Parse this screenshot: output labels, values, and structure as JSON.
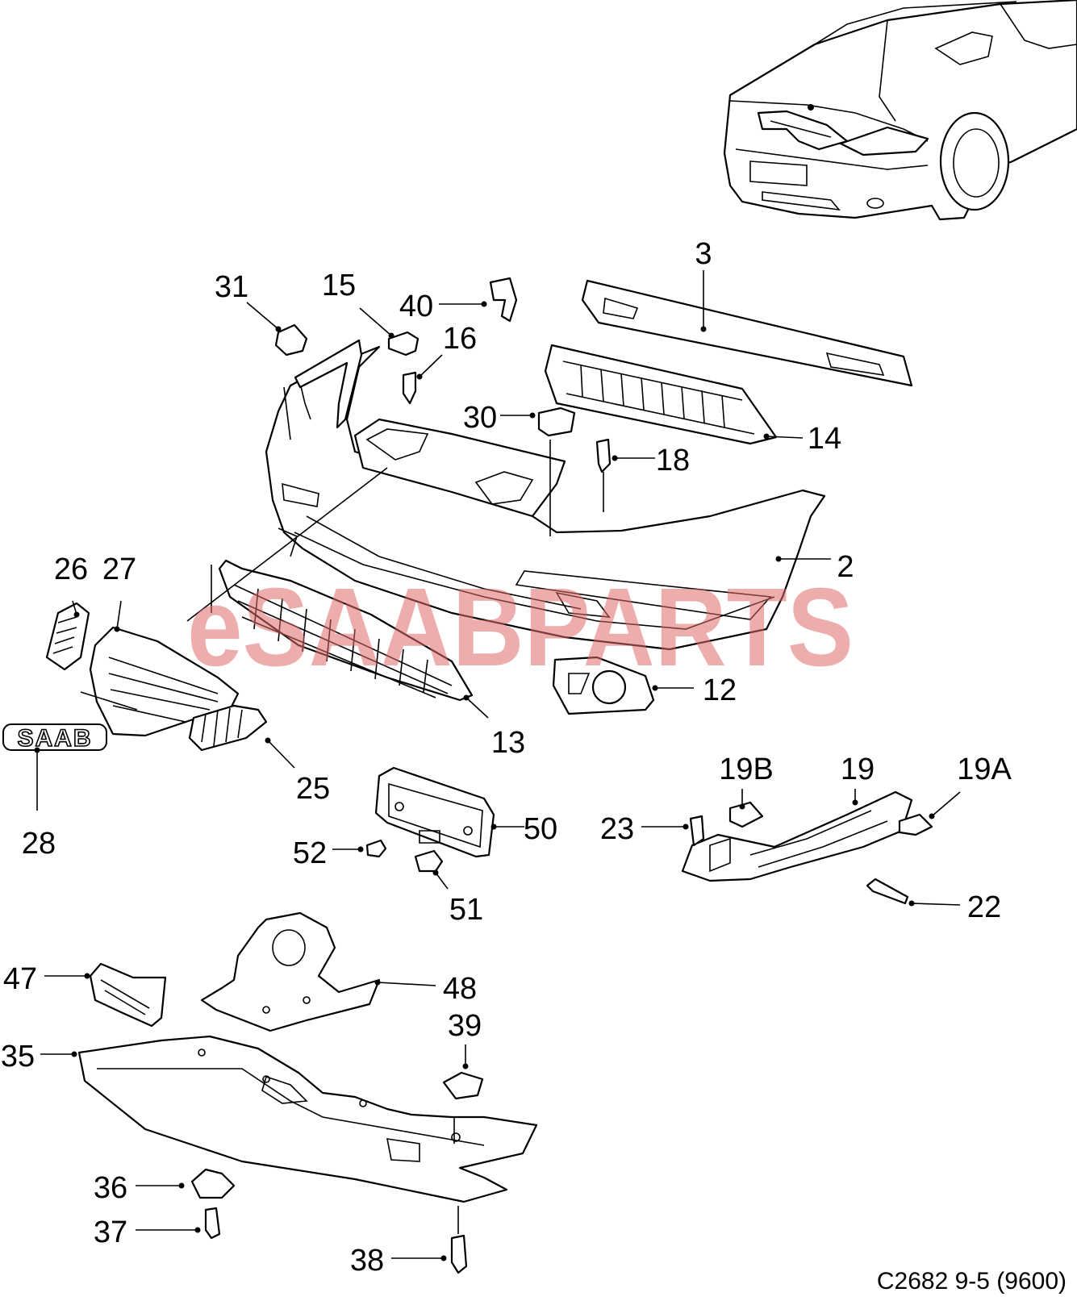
{
  "watermark": "eSAABPARTS",
  "reference": "C2682 9-5 (9600)",
  "emblem_text": "SAAB",
  "callouts": [
    "3",
    "31",
    "15",
    "40",
    "16",
    "30",
    "14",
    "18",
    "2",
    "26",
    "27",
    "12",
    "13",
    "28",
    "25",
    "19B",
    "19",
    "19A",
    "23",
    "50",
    "52",
    "51",
    "22",
    "47",
    "48",
    "39",
    "35",
    "36",
    "37",
    "38"
  ]
}
